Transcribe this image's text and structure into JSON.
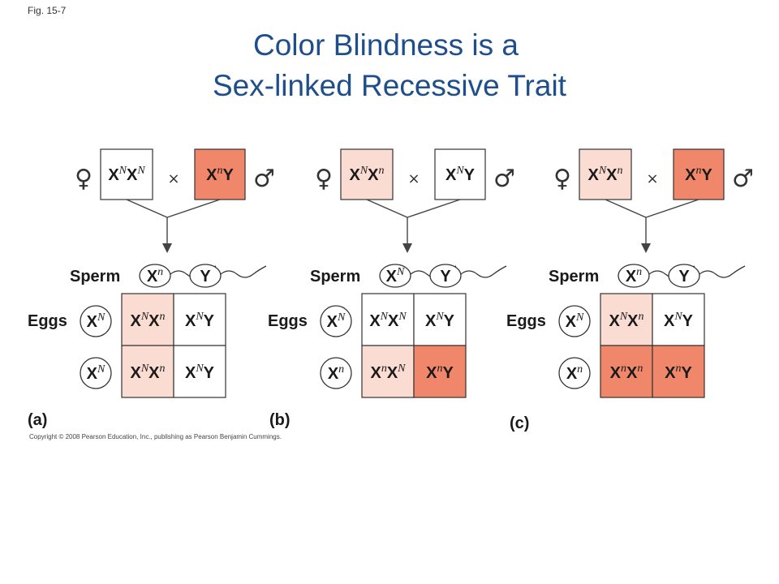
{
  "figure_label": "Fig. 15-7",
  "title_line1": "Color Blindness is a",
  "title_line2": "Sex-linked Recessive Trait",
  "copyright": "Copyright © 2008 Pearson Education, Inc., publishing as Pearson Benjamin Cummings.",
  "symbols": {
    "female": "♀",
    "male": "♂",
    "cross": "×"
  },
  "labels": {
    "sperm": "Sperm",
    "eggs": "Eggs"
  },
  "colors": {
    "light": "#fbdcd2",
    "dark": "#f0876a",
    "white": "#ffffff",
    "title": "#1f4e8c"
  },
  "panels": [
    {
      "panel_label": "(a)",
      "mother": {
        "sup1": "N",
        "sup2": "N",
        "kind": "XX",
        "color": "white"
      },
      "father": {
        "sup1": "n",
        "kind": "XY",
        "color": "dark"
      },
      "sperm": [
        {
          "sup": "n",
          "kind": "X"
        },
        {
          "kind": "Y"
        }
      ],
      "eggs": [
        {
          "sup": "N"
        },
        {
          "sup": "N"
        }
      ],
      "grid": [
        [
          {
            "sup1": "N",
            "sup2": "n",
            "kind": "XX",
            "color": "light"
          },
          {
            "sup1": "N",
            "kind": "XY",
            "color": "white"
          }
        ],
        [
          {
            "sup1": "N",
            "sup2": "n",
            "kind": "XX",
            "color": "light"
          },
          {
            "sup1": "N",
            "kind": "XY",
            "color": "white"
          }
        ]
      ]
    },
    {
      "panel_label": "(b)",
      "mother": {
        "sup1": "N",
        "sup2": "n",
        "kind": "XX",
        "color": "light"
      },
      "father": {
        "sup1": "N",
        "kind": "XY",
        "color": "white"
      },
      "sperm": [
        {
          "sup": "N",
          "kind": "X"
        },
        {
          "kind": "Y"
        }
      ],
      "eggs": [
        {
          "sup": "N"
        },
        {
          "sup": "n"
        }
      ],
      "grid": [
        [
          {
            "sup1": "N",
            "sup2": "N",
            "kind": "XX",
            "color": "white"
          },
          {
            "sup1": "N",
            "kind": "XY",
            "color": "white"
          }
        ],
        [
          {
            "sup1": "n",
            "sup2": "N",
            "kind": "XX",
            "color": "light"
          },
          {
            "sup1": "n",
            "kind": "XY",
            "color": "dark"
          }
        ]
      ]
    },
    {
      "panel_label": "(c)",
      "mother": {
        "sup1": "N",
        "sup2": "n",
        "kind": "XX",
        "color": "light"
      },
      "father": {
        "sup1": "n",
        "kind": "XY",
        "color": "dark"
      },
      "sperm": [
        {
          "sup": "n",
          "kind": "X"
        },
        {
          "kind": "Y"
        }
      ],
      "eggs": [
        {
          "sup": "N"
        },
        {
          "sup": "n"
        }
      ],
      "grid": [
        [
          {
            "sup1": "N",
            "sup2": "n",
            "kind": "XX",
            "color": "light"
          },
          {
            "sup1": "N",
            "kind": "XY",
            "color": "white"
          }
        ],
        [
          {
            "sup1": "n",
            "sup2": "n",
            "kind": "XX",
            "color": "dark"
          },
          {
            "sup1": "n",
            "kind": "XY",
            "color": "dark"
          }
        ]
      ]
    }
  ]
}
